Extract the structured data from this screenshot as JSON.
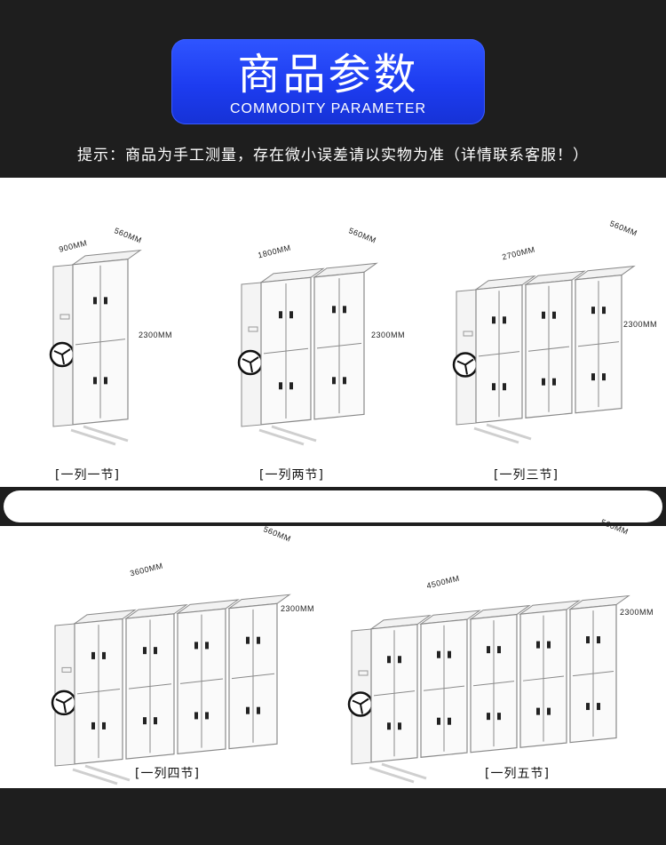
{
  "header": {
    "title_cn": "商品参数",
    "title_en": "COMMODITY PARAMETER",
    "hint": "提示：商品为手工测量，存在微小误差请以实物为准（详情联系客服！）"
  },
  "products": [
    {
      "width": "900MM",
      "depth": "560MM",
      "height": "2300MM",
      "label": "[一列一节]"
    },
    {
      "width": "1800MM",
      "depth": "560MM",
      "height": "2300MM",
      "label": "[一列两节]"
    },
    {
      "width": "2700MM",
      "depth": "560MM",
      "height": "2300MM",
      "label": "[一列三节]"
    },
    {
      "width": "3600MM",
      "depth": "560MM",
      "height": "2300MM",
      "label": "[一列四节]"
    },
    {
      "width": "4500MM",
      "depth": "560MM",
      "height": "2300MM",
      "label": "[一列五节]"
    }
  ]
}
